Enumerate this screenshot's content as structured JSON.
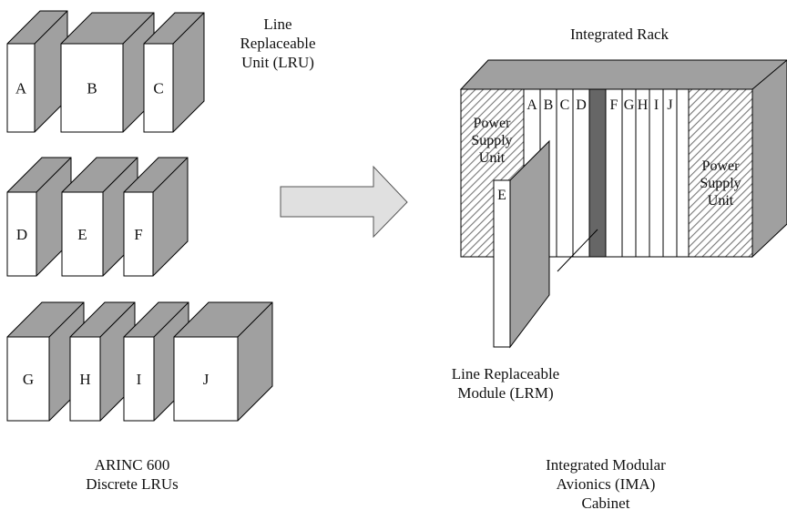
{
  "lru_caption": "Line\nReplaceable\nUnit (LRU)",
  "arinc_caption": "ARINC 600\nDiscrete LRUs",
  "rack_title": "Integrated Rack",
  "lrm_caption": "Line Replaceable\nModule (LRM)",
  "ima_caption": "Integrated Modular\nAvionics (IMA)\nCabinet",
  "lru_labels": [
    "A",
    "B",
    "C",
    "D",
    "E",
    "F",
    "G",
    "H",
    "I",
    "J"
  ],
  "module_labels": [
    "A",
    "B",
    "C",
    "D",
    "F",
    "G",
    "H",
    "I",
    "J"
  ],
  "removed_module_label": "E",
  "psu_label": [
    "Power",
    "Supply",
    "Unit"
  ],
  "colors": {
    "shade": "#a0a0a0",
    "face": "#ffffff",
    "stroke": "#000000",
    "dark_module": "#666666"
  }
}
